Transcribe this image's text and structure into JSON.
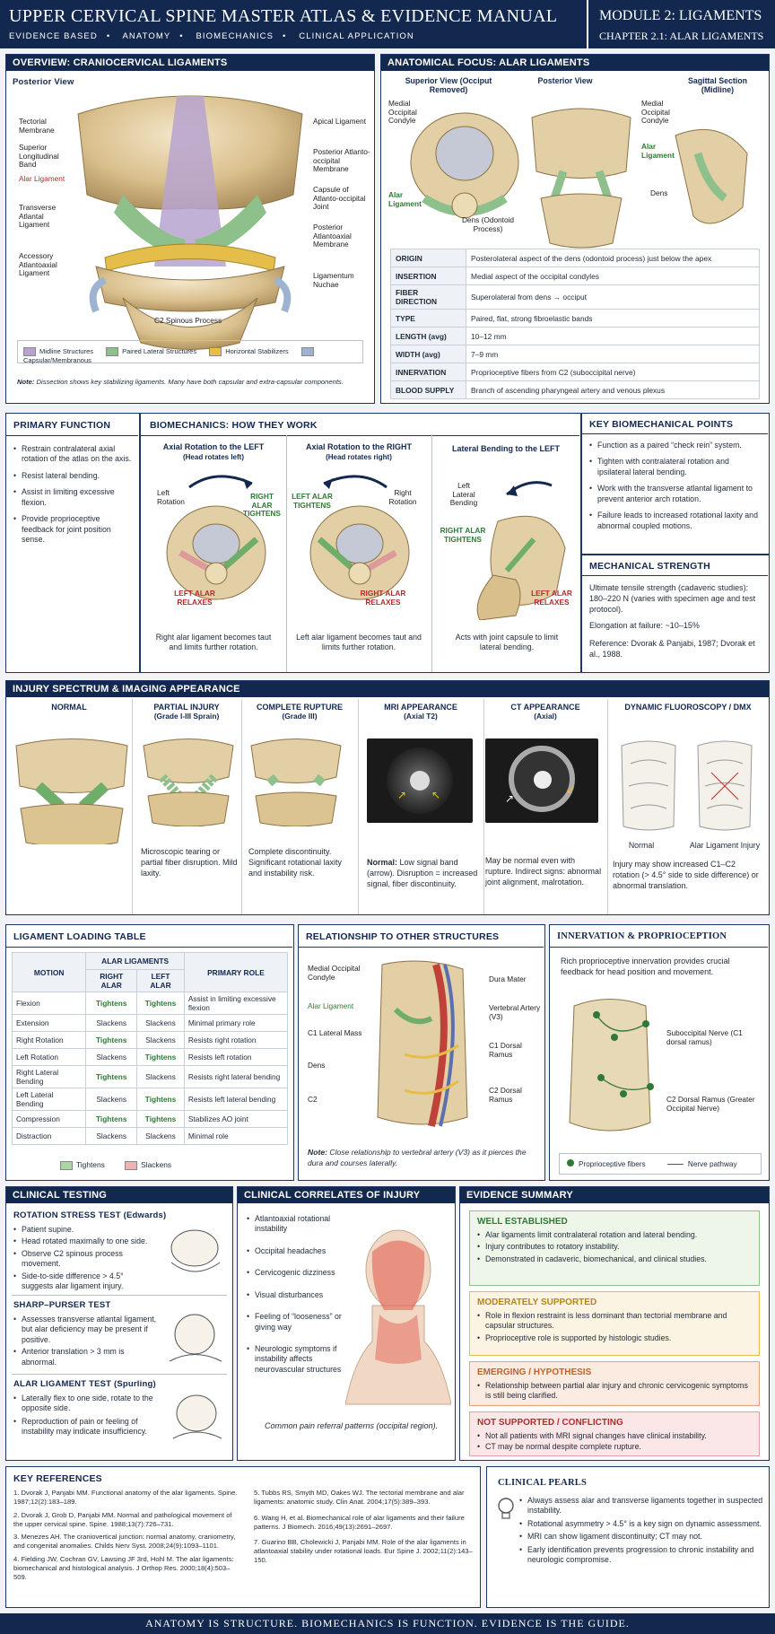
{
  "header": {
    "title": "UPPER CERVICAL SPINE MASTER ATLAS & EVIDENCE MANUAL",
    "subtitle": [
      "EVIDENCE BASED",
      "ANATOMY",
      "BIOMECHANICS",
      "CLINICAL APPLICATION"
    ],
    "module": "MODULE 2: LIGAMENTS",
    "chapter": "CHAPTER 2.1: ALAR LIGAMENTS"
  },
  "overview": {
    "title": "OVERVIEW: CRANIOCERVICAL LIGAMENTS",
    "view": "Posterior View",
    "labels_left": [
      "Tectorial Membrane",
      "Superior Longitudinal Band",
      "Alar Ligament",
      "Transverse Atlantal Ligament",
      "Accessory Atlantoaxial Ligament"
    ],
    "labels_right": [
      "Apical Ligament",
      "Posterior Atlanto-occipital Membrane",
      "Capsule of Atlanto-occipital Joint",
      "Posterior Atlantoaxial Membrane",
      "Ligamentum Nuchae"
    ],
    "bottom_label": "C2 Spinous Process",
    "legend": [
      "Midline Structures",
      "Paired Lateral Structures",
      "Horizontal Stabilizers",
      "Capsular/Membranous"
    ],
    "legend_colors": [
      "#b7a3cf",
      "#8dc08a",
      "#e5bd4a",
      "#9db3cf"
    ],
    "note_label": "Note:",
    "note": "Dissection shows key stabilizing ligaments. Many have both capsular and extra-capsular components."
  },
  "focus": {
    "title": "ANATOMICAL FOCUS: ALAR LIGAMENTS",
    "views": [
      "Superior View (Occiput Removed)",
      "Posterior View",
      "Sagittal Section (Midline)"
    ],
    "labels": {
      "medial": "Medial Occipital Condyle",
      "alar": "Alar Ligament",
      "dens_odontoid": "Dens (Odontoid Process)",
      "medial2": "Medial Occipital Condyle",
      "alar2": "Alar Ligament",
      "dens": "Dens"
    },
    "table": [
      [
        "ORIGIN",
        "Posterolateral aspect of the dens (odontoid process) just below the apex"
      ],
      [
        "INSERTION",
        "Medial aspect of the occipital condyles"
      ],
      [
        "FIBER DIRECTION",
        "Superolateral from dens → occiput"
      ],
      [
        "TYPE",
        "Paired, flat, strong fibroelastic bands"
      ],
      [
        "LENGTH (avg)",
        "10–12 mm"
      ],
      [
        "WIDTH (avg)",
        "7–9 mm"
      ],
      [
        "INNERVATION",
        "Proprioceptive fibers from C2 (suboccipital nerve)"
      ],
      [
        "BLOOD SUPPLY",
        "Branch of ascending pharyngeal artery and venous plexus"
      ]
    ]
  },
  "primary": {
    "title": "PRIMARY FUNCTION",
    "items": [
      "Restrain contralateral axial rotation of the atlas on the axis.",
      "Resist lateral bending.",
      "Assist in limiting excessive flexion.",
      "Provide proprioceptive feedback for joint position sense."
    ]
  },
  "biomech": {
    "title": "BIOMECHANICS: HOW THEY WORK",
    "p1": {
      "t": "Axial Rotation to the LEFT",
      "s": "(Head rotates left)",
      "a": "Left Rotation",
      "b": "RIGHT ALAR TIGHTENS",
      "c": "LEFT ALAR RELAXES",
      "cap": "Right alar ligament becomes taut and limits further rotation."
    },
    "p2": {
      "t": "Axial Rotation to the RIGHT",
      "s": "(Head rotates right)",
      "a": "Right Rotation",
      "b": "LEFT ALAR TIGHTENS",
      "c": "RIGHT ALAR RELAXES",
      "cap": "Left alar ligament becomes taut and limits further rotation."
    },
    "p3": {
      "t": "Lateral Bending to the LEFT",
      "a": "Left Lateral Bending",
      "b": "RIGHT ALAR TIGHTENS",
      "c": "LEFT ALAR RELAXES",
      "cap": "Acts with joint capsule to limit lateral bending."
    }
  },
  "keypoints": {
    "title": "KEY BIOMECHANICAL POINTS",
    "items": [
      "Function as a paired “check rein” system.",
      "Tighten with contralateral rotation and ipsilateral lateral bending.",
      "Work with the transverse atlantal ligament to prevent anterior arch rotation.",
      "Failure leads to increased rotational laxity and abnormal coupled motions."
    ]
  },
  "strength": {
    "title": "MECHANICAL STRENGTH",
    "lines": [
      "Ultimate tensile strength (cadaveric studies): 180–220 N (varies with specimen age and test protocol).",
      "Elongation at failure: ~10–15%",
      "Reference: Dvorak & Panjabi, 1987; Dvorak et al., 1988."
    ]
  },
  "injury": {
    "title": "INJURY SPECTRUM & IMAGING APPEARANCE",
    "cols": [
      {
        "t": "NORMAL",
        "s": ""
      },
      {
        "t": "PARTIAL INJURY",
        "s": "(Grade I-III Sprain)"
      },
      {
        "t": "COMPLETE RUPTURE",
        "s": "(Grade III)"
      },
      {
        "t": "MRI APPEARANCE",
        "s": "(Axial T2)"
      },
      {
        "t": "CT APPEARANCE",
        "s": "(Axial)"
      },
      {
        "t": "DYNAMIC FLUOROSCOPY / DMX",
        "s": ""
      }
    ],
    "partial": "Microscopic tearing or partial fiber disruption. Mild laxity.",
    "complete": "Complete discontinuity. Significant rotational laxity and instability risk.",
    "mri_b": "Normal:",
    "mri": "Low signal band (arrow). Disruption = increased signal, fiber discontinuity.",
    "ct": "May be normal even with rupture. Indirect signs: abnormal joint alignment, malrotation.",
    "fl_normal": "Normal",
    "fl_injury": "Alar Ligament Injury",
    "fl": "Injury may show increased C1–C2 rotation (> 4.5° side to side difference) or abnormal translation."
  },
  "loading": {
    "title": "LIGAMENT LOADING TABLE",
    "h_motion": "MOTION",
    "h_alar": "ALAR LIGAMENTS",
    "h_right": "RIGHT ALAR",
    "h_left": "LEFT ALAR",
    "h_role": "PRIMARY ROLE",
    "rows": [
      [
        "Flexion",
        "Tightens",
        "Tightens",
        "Assist in limiting excessive flexion"
      ],
      [
        "Extension",
        "Slackens",
        "Slackens",
        "Minimal primary role"
      ],
      [
        "Right Rotation",
        "Tightens",
        "Slackens",
        "Resists right rotation"
      ],
      [
        "Left Rotation",
        "Slackens",
        "Tightens",
        "Resists left rotation"
      ],
      [
        "Right Lateral Bending",
        "Tightens",
        "Slackens",
        "Resists right lateral bending"
      ],
      [
        "Left Lateral Bending",
        "Slackens",
        "Tightens",
        "Resists left lateral bending"
      ],
      [
        "Compression",
        "Tightens",
        "Tightens",
        "Stabilizes AO joint"
      ],
      [
        "Distraction",
        "Slackens",
        "Slackens",
        "Minimal role"
      ]
    ],
    "legend": [
      "Tightens",
      "Slackens"
    ],
    "legend_colors": [
      "#a9d6a4",
      "#eeb4b4"
    ]
  },
  "relationship": {
    "title": "RELATIONSHIP TO OTHER STRUCTURES",
    "labels": [
      "Medial Occipital Condyle",
      "Alar Ligament",
      "C1 Lateral Mass",
      "Dens",
      "C2",
      "Dura Mater",
      "Vertebral Artery (V3)",
      "C1 Dorsal Ramus",
      "C2 Dorsal Ramus"
    ],
    "note_b": "Note:",
    "note": "Close relationship to vertebral artery (V3) as it pierces the dura and courses laterally."
  },
  "innervation": {
    "title": "INNERVATION & PROPRIOCEPTION",
    "text": "Rich proprioceptive innervation provides crucial feedback for head position and movement.",
    "l1": "Suboccipital Nerve (C1 dorsal ramus)",
    "l2": "C2 Dorsal Ramus (Greater Occipital Nerve)",
    "leg1": "Proprioceptive fibers",
    "leg2": "Nerve pathway"
  },
  "testing": {
    "title": "CLINICAL TESTING",
    "t1": {
      "h": "ROTATION STRESS TEST (Edwards)",
      "items": [
        "Patient supine.",
        "Head rotated maximally to one side.",
        "Observe C2 spinous process movement.",
        "Side-to-side difference > 4.5° suggests alar ligament injury."
      ]
    },
    "t2": {
      "h": "SHARP–PURSER TEST",
      "items": [
        "Assesses transverse atlantal ligament, but alar deficiency may be present if positive.",
        "Anterior translation > 3 mm is abnormal."
      ]
    },
    "t3": {
      "h": "ALAR LIGAMENT TEST (Spurling)",
      "items": [
        "Laterally flex to one side, rotate to the opposite side.",
        "Reproduction of pain or feeling of instability may indicate insufficiency."
      ]
    }
  },
  "correlates": {
    "title": "CLINICAL CORRELATES OF INJURY",
    "items": [
      "Atlantoaxial rotational instability",
      "Occipital headaches",
      "Cervicogenic dizziness",
      "Visual disturbances",
      "Feeling of “looseness” or giving way",
      "Neurologic symptoms if instability affects neurovascular structures"
    ],
    "caption": "Common pain referral patterns (occipital region)."
  },
  "evidence": {
    "title": "EVIDENCE SUMMARY",
    "well": {
      "h": "WELL ESTABLISHED",
      "items": [
        "Alar ligaments limit contralateral rotation and lateral bending.",
        "Injury contributes to rotatory instability.",
        "Demonstrated in cadaveric, biomechanical, and clinical studies."
      ]
    },
    "mod": {
      "h": "MODERATELY SUPPORTED",
      "items": [
        "Role in flexion restraint is less dominant than tectorial membrane and capsular structures.",
        "Proprioceptive role is supported by histologic studies."
      ]
    },
    "emerg": {
      "h": "EMERGING / HYPOTHESIS",
      "items": [
        "Relationship between partial alar injury and chronic cervicogenic symptoms is still being clarified."
      ]
    },
    "not": {
      "h": "NOT SUPPORTED / CONFLICTING",
      "items": [
        "Not all patients with MRI signal changes have clinical instability.",
        "CT may be normal despite complete rupture."
      ]
    }
  },
  "refs": {
    "title": "KEY REFERENCES",
    "col1": [
      "1. Dvorak J, Panjabi MM. Functional anatomy of the alar ligaments. Spine. 1987;12(2):183–189.",
      "2. Dvorak J, Grob D, Panjabi MM. Normal and pathological movement of the upper cervical spine. Spine. 1988;13(7):726–731.",
      "3. Menezes AH. The craniovertical junction: normal anatomy, craniometry, and congenital anomalies. Childs Nerv Syst. 2008;24(9):1093–1101.",
      "4. Fielding JW, Cochran GV, Lawsing JF 3rd, Hohl M. The alar ligaments: biomechanical and histological analysis. J Orthop Res. 2000;18(4):503–509."
    ],
    "col2": [
      "5. Tubbs RS, Smyth MD, Oakes WJ. The tectorial membrane and alar ligaments: anatomic study. Clin Anat. 2004;17(5):389–393.",
      "6. Wang H, et al. Biomechanical role of alar ligaments and their failure patterns. J Biomech. 2016;49(13):2691–2697.",
      "7. Guarino BB, Cholewicki J, Panjabi MM. Role of the alar ligaments in atlantoaxial stability under rotational loads. Eur Spine J. 2002;11(2):143–150."
    ]
  },
  "pearls": {
    "title": "CLINICAL PEARLS",
    "items": [
      "Always assess alar and transverse ligaments together in suspected instability.",
      "Rotational asymmetry > 4.5° is a key sign on dynamic assessment.",
      "MRI can show ligament discontinuity; CT may not.",
      "Early identification prevents progression to chronic instability and neurologic compromise."
    ]
  },
  "footer": "ANATOMY IS STRUCTURE.  BIOMECHANICS IS FUNCTION.  EVIDENCE IS THE GUIDE."
}
